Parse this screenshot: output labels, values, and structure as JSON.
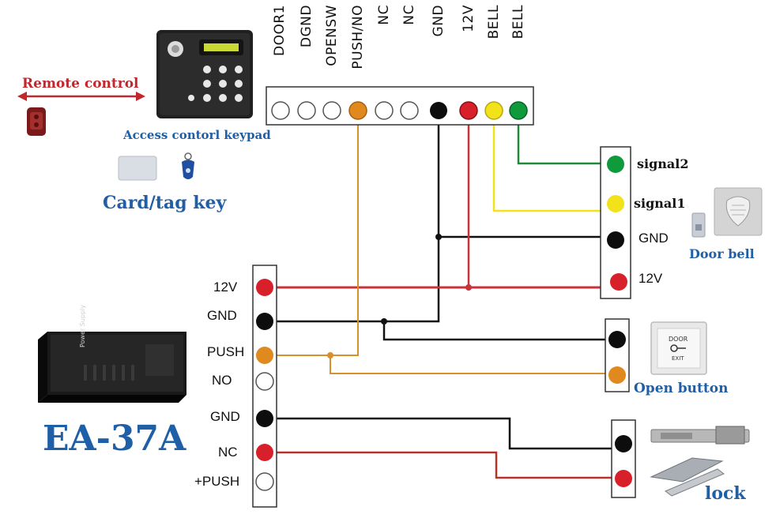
{
  "top_terminals": [
    "DOOR1",
    "DGND",
    "OPENSW",
    "PUSH/NO",
    "NC",
    "NC",
    "GND",
    "12V",
    "BELL",
    "BELL"
  ],
  "keypad_section": {
    "remote_label": "Remote control",
    "keypad_label": "Access contorl keypad",
    "card_label": "Card/tag key"
  },
  "bell_section": {
    "terminals": [
      "signal2",
      "signal1",
      "GND",
      "12V"
    ],
    "device_label": "Door bell"
  },
  "power_supply": {
    "model": "EA-37A",
    "case_text": "Power Supply",
    "terminals": [
      "12V",
      "GND",
      "PUSH",
      "NO",
      "GND",
      "NC",
      "+PUSH"
    ]
  },
  "open_button": {
    "label": "Open button",
    "plate_top": "DOOR",
    "plate_bottom": "EXIT"
  },
  "lock": {
    "label": "lock"
  },
  "colors": {
    "red": "#d8202a",
    "black": "#0d0d0d",
    "orange": "#e0891f",
    "yellow": "#f2e21a",
    "green": "#0f9a3c",
    "dark_green_wire": "#1f8a35",
    "blue_text": "#1f5fa8",
    "red_text": "#c2272d"
  }
}
